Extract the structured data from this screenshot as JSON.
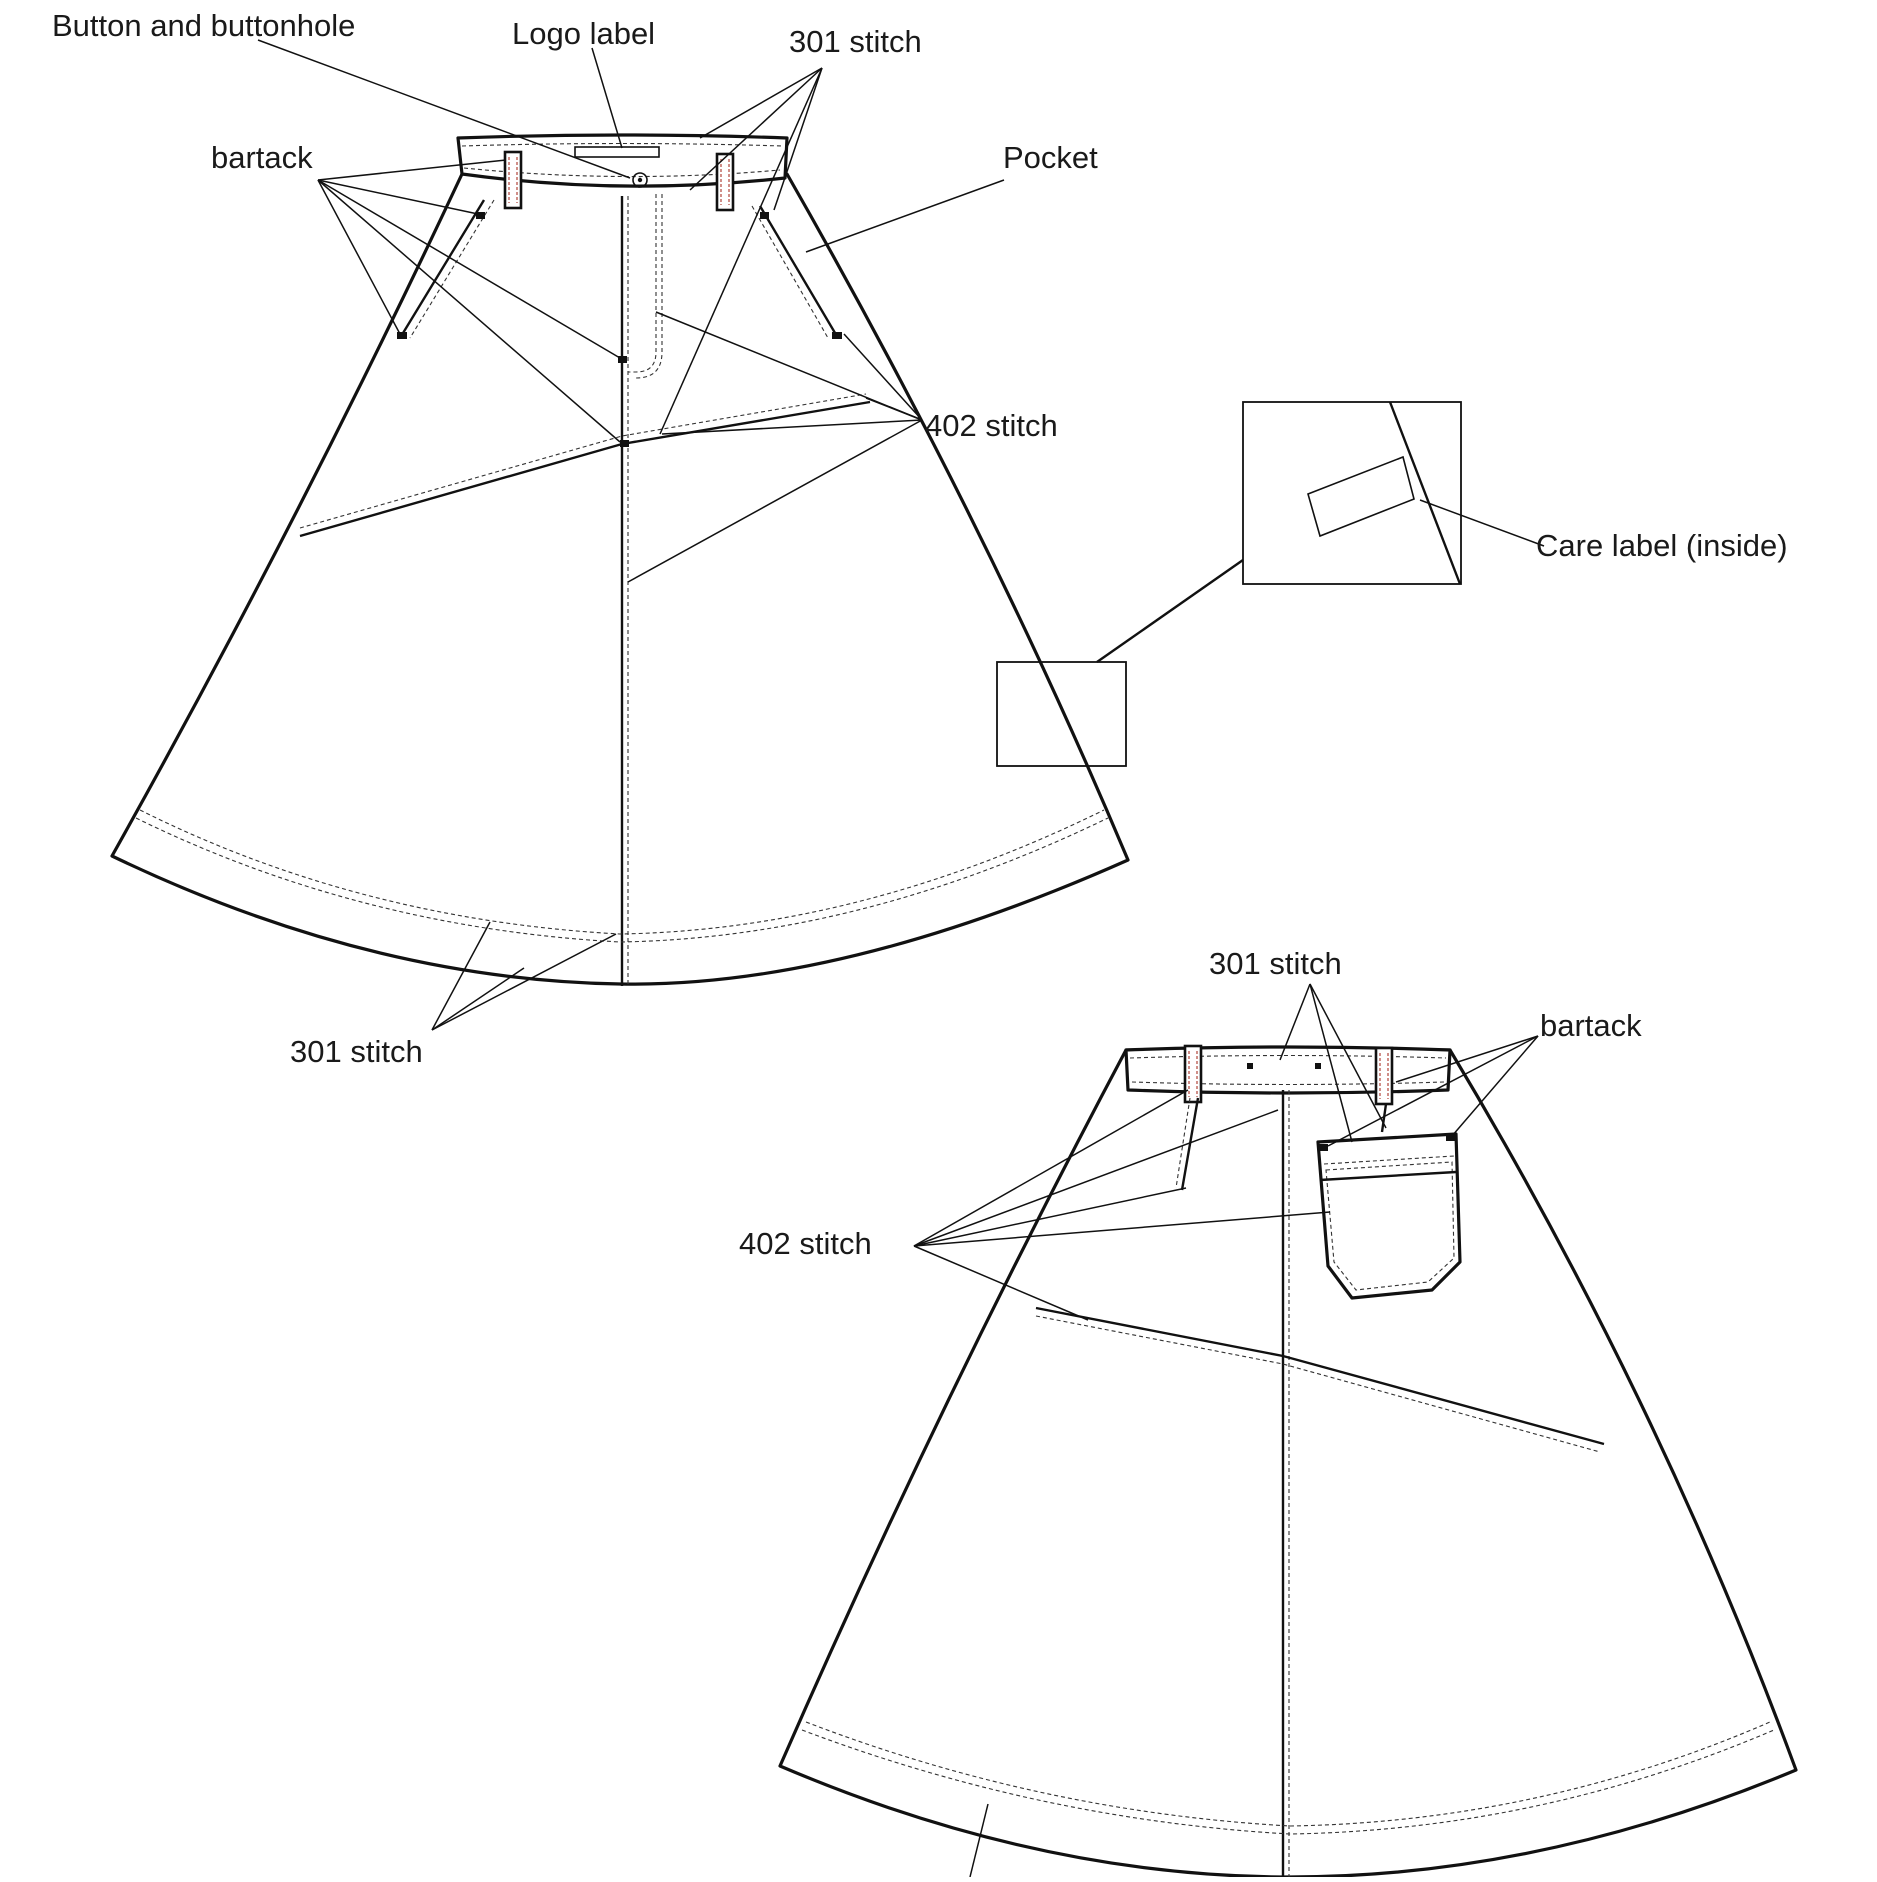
{
  "labels": {
    "front_button": "Button and buttonhole",
    "front_logo": "Logo label",
    "front_301_top": "301 stitch",
    "front_bartack": "bartack",
    "front_pocket": "Pocket",
    "front_402": "402 stitch",
    "front_care": "Care label (inside)",
    "front_301_hem": "301 stitch",
    "back_301": "301 stitch",
    "back_bartack": "bartack",
    "back_402": "402 stitch"
  }
}
